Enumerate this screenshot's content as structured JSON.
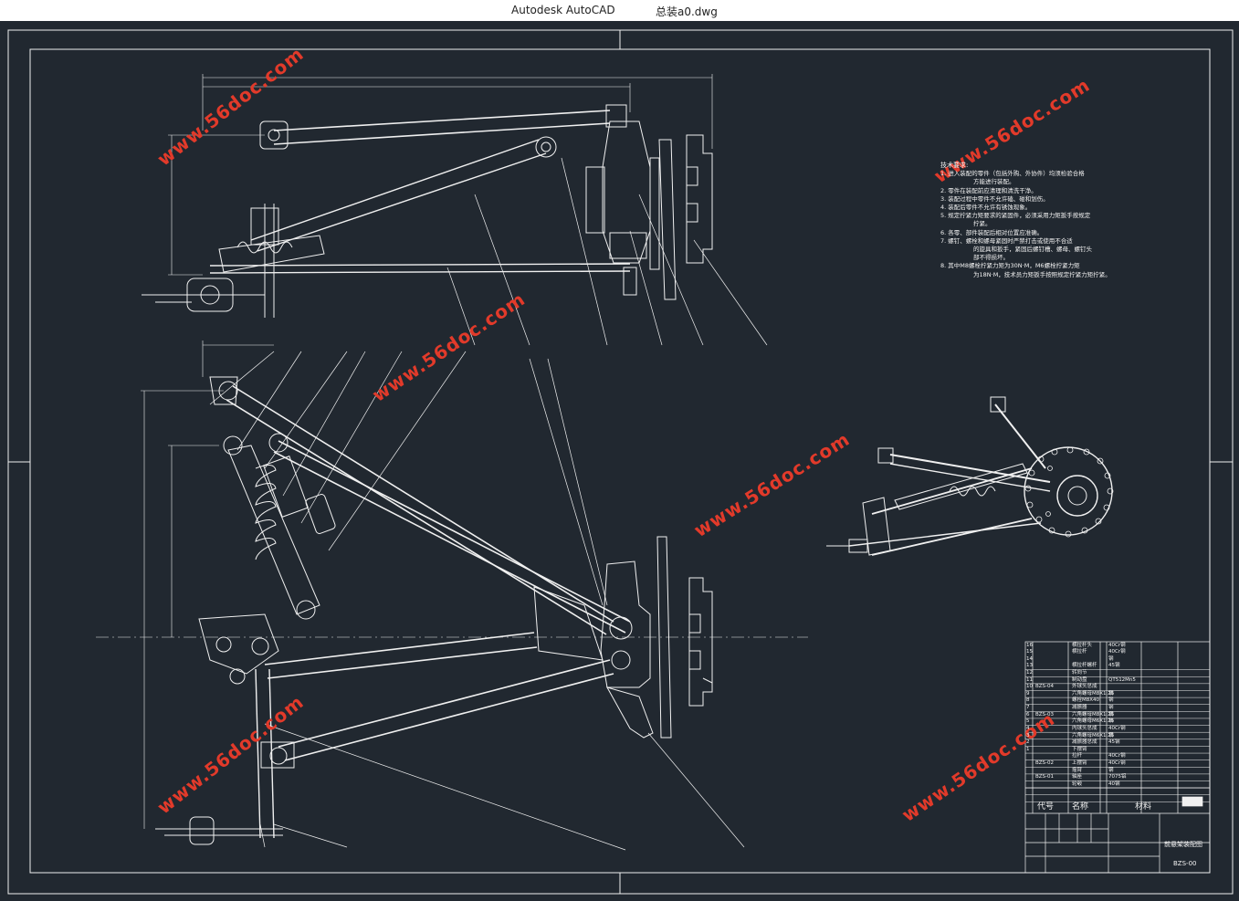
{
  "window": {
    "app_title": "Autodesk AutoCAD",
    "file_name": "总装a0.dwg"
  },
  "colors": {
    "canvas_background": "#212830",
    "linework": "#f0f0f0",
    "watermark": "#e23a2a"
  },
  "watermarks": [
    "www.56doc.com",
    "www.56doc.com",
    "www.56doc.com",
    "www.56doc.com",
    "www.56doc.com",
    "www.56doc.com"
  ],
  "technical_notes": {
    "heading": "技术要求:",
    "items": [
      "1. 进入装配的零件（包括外购、外协件）均须检验合格",
      "方能进行装配。",
      "2. 零件在装配前应清理和清洗干净。",
      "3. 装配过程中零件不允许磕、碰和划伤。",
      "4. 装配后零件不允许有锈蚀现象。",
      "5. 规定拧紧力矩要求的紧固件，必须采用力矩扳手按规定",
      "拧紧。",
      "6. 各零、部件装配后相对位置应准确。",
      "7. 螺钉、螺栓和螺母紧固时严禁打击或使用不合适",
      "的旋具和扳手，紧固后螺钉槽、螺母、螺钉头",
      "部不得损坏。",
      "8. 其中M8螺栓拧紧力矩为30N·M，M6螺栓拧紧力矩",
      "为18N·M，技术员力矩扳手按照规定拧紧力矩拧紧。"
    ]
  },
  "title_block": {
    "header_code": "代号",
    "header_name": "名称",
    "header_material": "材料",
    "drawing_title": "前悬架装配图",
    "drawing_number": "BZS-00",
    "bom_rows": [
      {
        "no": "16",
        "code": "",
        "name": "横拉杆头",
        "material": "40Cr钢"
      },
      {
        "no": "15",
        "code": "",
        "name": "横拉杆",
        "material": "40Cr钢"
      },
      {
        "no": "14",
        "code": "",
        "name": "",
        "material": "钢"
      },
      {
        "no": "13",
        "code": "",
        "name": "横拉杆螺杆",
        "material": "45钢"
      },
      {
        "no": "12",
        "code": "",
        "name": "转向节",
        "material": ""
      },
      {
        "no": "11",
        "code": "",
        "name": "制动盘",
        "material": "QT512Mn5"
      },
      {
        "no": "10",
        "code": "BZS-04",
        "name": "外球头总成",
        "material": ""
      },
      {
        "no": "9",
        "code": "",
        "name": "六角螺母M8X1.25",
        "material": "钢"
      },
      {
        "no": "8",
        "code": "",
        "name": "螺栓M8X40",
        "material": "钢"
      },
      {
        "no": "7",
        "code": "",
        "name": "减振器",
        "material": "钢"
      },
      {
        "no": "6",
        "code": "BZS-03",
        "name": "六角螺母M8X1.25",
        "material": "钢"
      },
      {
        "no": "5",
        "code": "",
        "name": "六角螺母M6X1.25",
        "material": "钢"
      },
      {
        "no": "4",
        "code": "",
        "name": "内球头总成",
        "material": "40Cr钢"
      },
      {
        "no": "3",
        "code": "",
        "name": "六角螺母M6X1.25",
        "material": "钢"
      },
      {
        "no": "2",
        "code": "",
        "name": "减振器总成",
        "material": "45钢"
      },
      {
        "no": "1",
        "code": "",
        "name": "下摆臂",
        "material": ""
      },
      {
        "no": "",
        "code": "",
        "name": "拉杆",
        "material": "40Cr钢"
      },
      {
        "no": "",
        "code": "BZS-02",
        "name": "上摆臂",
        "material": "40Cr钢"
      },
      {
        "no": "",
        "code": "",
        "name": "摇臂",
        "material": "钢"
      },
      {
        "no": "",
        "code": "BZS-01",
        "name": "轴座",
        "material": "7075铝"
      },
      {
        "no": "",
        "code": "",
        "name": "轮毂",
        "material": "40钢"
      }
    ]
  }
}
